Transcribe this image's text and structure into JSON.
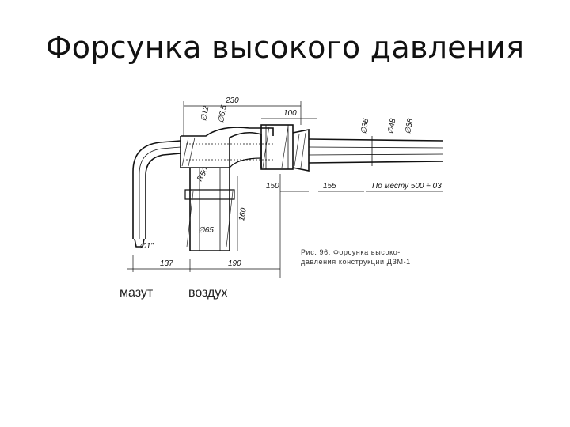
{
  "slide": {
    "title": "Форсунка высокого давления"
  },
  "drawing": {
    "dimensions": {
      "d230": "230",
      "d100": "100",
      "d12": "∅12",
      "d65a": "∅6,5",
      "d36": "∅36",
      "d48": "∅48",
      "d38": "∅38",
      "r50": "R50",
      "d150": "150",
      "d155": "155",
      "d160": "160",
      "d65b": "∅65",
      "d1": "∅1\"",
      "d137": "137",
      "d190": "190",
      "note": "По месту 500 ÷ 03"
    },
    "caption": {
      "line1": "Рис. 96. Форсунка высоко-",
      "line2": "давления конструкции ДЗМ-1"
    }
  },
  "labels": {
    "fuel": "мазут",
    "air": "воздух"
  }
}
